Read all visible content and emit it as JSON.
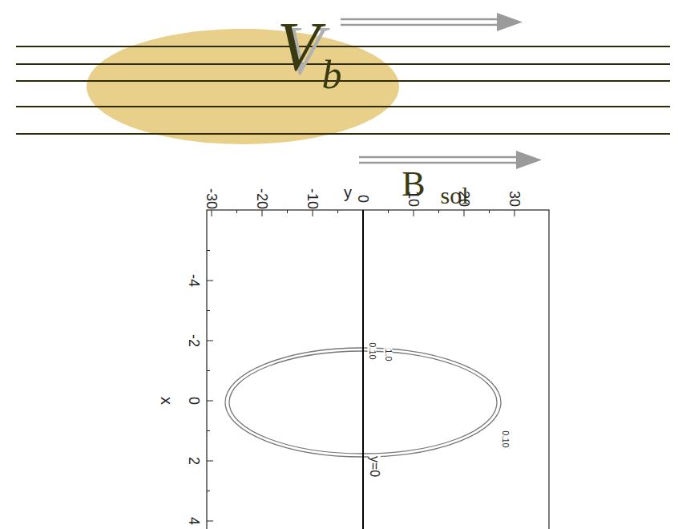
{
  "diagram": {
    "labels": [
      "V",
      "b",
      "B",
      "sol",
      "y",
      "-30",
      "-20",
      "-10",
      "0",
      "10",
      "20",
      "30",
      "x",
      "-4",
      "-2",
      "0",
      "2",
      "4",
      "0.10",
      "1.0",
      "0.10",
      "y=0"
    ]
  }
}
